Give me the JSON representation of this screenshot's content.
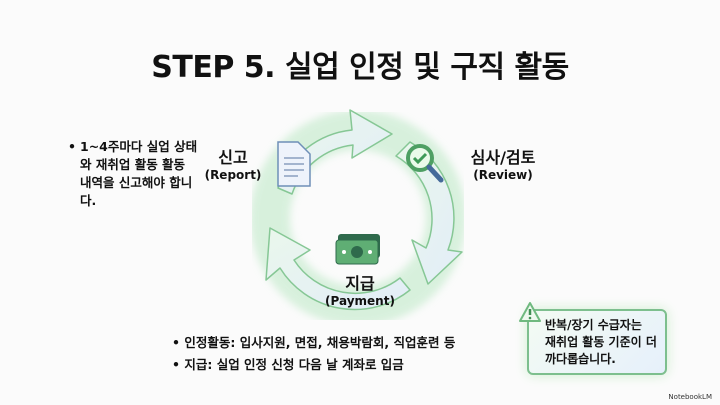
{
  "title": "STEP 5. 실업 인정 및 구직 활동",
  "cycle": {
    "report": {
      "ko": "신고",
      "en": "(Report)",
      "icon": "document-icon"
    },
    "review": {
      "ko": "심사/검토",
      "en": "(Review)",
      "icon": "magnifier-check-icon"
    },
    "payment": {
      "ko": "지급",
      "en": "(Payment)",
      "icon": "money-icon"
    }
  },
  "left_note": "1~4주마다 실업 상태와 재취업 활동 활동 내역을 신고해야 합니다.",
  "bullets": [
    "인정활동: 입사지원, 면접, 채용박람회, 직업훈련 등",
    "지급: 실업 인정 신청 다음 날 계좌로 입금"
  ],
  "warning": "반복/장기 수급자는 재취업 활동 기준이 더 까다롭습니다.",
  "brand": "NotebookLM",
  "colors": {
    "accent": "#5fae74",
    "arrow_fill": "#e3f4e6"
  }
}
